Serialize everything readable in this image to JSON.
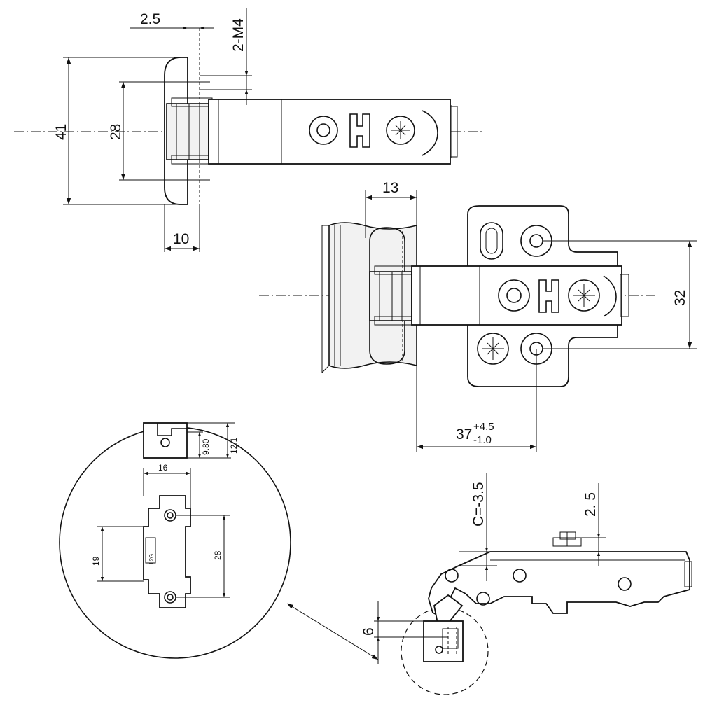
{
  "dimensions": {
    "top_view": {
      "d_2_5": "2.5",
      "d_2_m4": "2-M4",
      "d_41": "41",
      "d_28": "28",
      "d_10": "10"
    },
    "front_view": {
      "d_13": "13",
      "d_32": "32",
      "d_37": "37",
      "d_37_tol_upper": "+4.5",
      "d_37_tol_lower": "-1.0"
    },
    "detail_view": {
      "d_9_80": "9.80",
      "d_12_1": "12.1",
      "d_16": "16",
      "d_19": "19",
      "d_28": "28",
      "part_marking": "L2G"
    },
    "side_view": {
      "d_c": "C=-3.5",
      "d_2_5": "2. 5",
      "d_6": "6"
    }
  }
}
